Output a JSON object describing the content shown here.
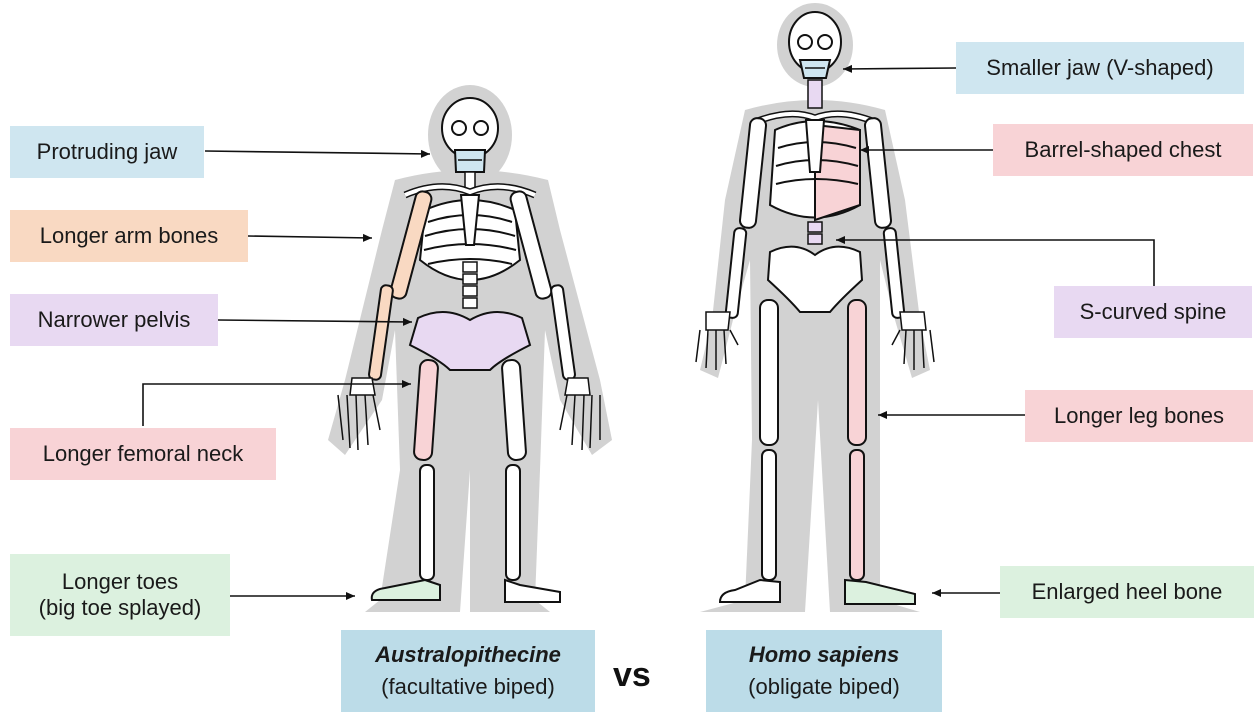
{
  "labels": {
    "protruding_jaw": "Protruding jaw",
    "longer_arm_bones": "Longer arm bones",
    "narrower_pelvis": "Narrower pelvis",
    "longer_femoral_neck": "Longer femoral neck",
    "longer_toes_line1": "Longer toes",
    "longer_toes_line2": "(big toe splayed)",
    "smaller_jaw": "Smaller jaw (V-shaped)",
    "barrel_chest": "Barrel-shaped chest",
    "s_curved_spine": "S-curved spine",
    "longer_leg_bones": "Longer leg bones",
    "enlarged_heel": "Enlarged heel bone"
  },
  "captions": {
    "left_name": "Australopithecine",
    "left_desc": "(facultative biped)",
    "vs": "vs",
    "right_name": "Homo sapiens",
    "right_desc": "(obligate biped)"
  },
  "colors": {
    "jaw": "#cfe6f0",
    "arm": "#f9d9c2",
    "pelvis": "#e8d9f2",
    "femur": "#f8d3d6",
    "toes": "#dcf1df",
    "caption": "#bcdce8",
    "silhouette": "#cfcfcf"
  }
}
